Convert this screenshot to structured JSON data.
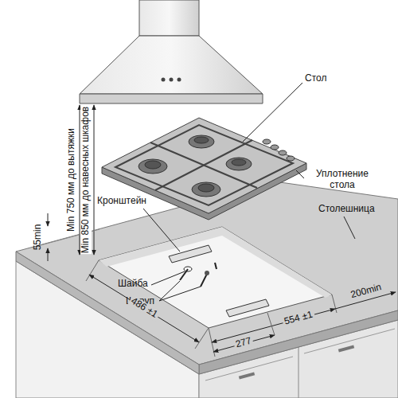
{
  "diagram": {
    "labels": [
      "Стол",
      "Уплотнение стола",
      "Столешница",
      "Кронштейн",
      "Шайба",
      "Шуруп",
      "Min 750 мм до вытяжки",
      "Min 850 мм до навесных шкафов",
      "55min",
      "486 ±1",
      "554 ±1",
      "277",
      "200min"
    ]
  }
}
